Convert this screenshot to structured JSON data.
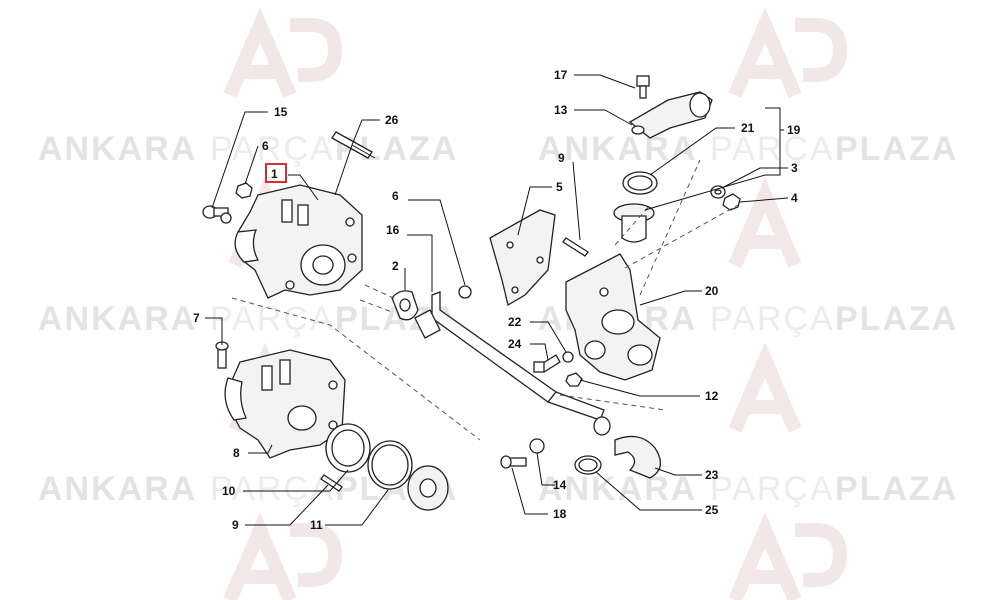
{
  "watermark": {
    "brand_left": "ANKARA",
    "brand_mid": "PARÇA",
    "brand_right": "PLAZA",
    "logo_letters": "AP",
    "colors": {
      "dark": "#e6e6e6",
      "light": "#efefef",
      "logo": "#f1e3e3"
    }
  },
  "highlight_color": "#d32f2f",
  "callouts": [
    {
      "id": "1",
      "highlighted": true
    },
    {
      "id": "2"
    },
    {
      "id": "3"
    },
    {
      "id": "4"
    },
    {
      "id": "5"
    },
    {
      "id": "6"
    },
    {
      "id": "6b",
      "label": "6"
    },
    {
      "id": "7"
    },
    {
      "id": "8"
    },
    {
      "id": "9"
    },
    {
      "id": "9b",
      "label": "9"
    },
    {
      "id": "10"
    },
    {
      "id": "11"
    },
    {
      "id": "12"
    },
    {
      "id": "13"
    },
    {
      "id": "14"
    },
    {
      "id": "15"
    },
    {
      "id": "16"
    },
    {
      "id": "17"
    },
    {
      "id": "18"
    },
    {
      "id": "19"
    },
    {
      "id": "20"
    },
    {
      "id": "21"
    },
    {
      "id": "22"
    },
    {
      "id": "23"
    },
    {
      "id": "24"
    },
    {
      "id": "25"
    },
    {
      "id": "26"
    }
  ]
}
